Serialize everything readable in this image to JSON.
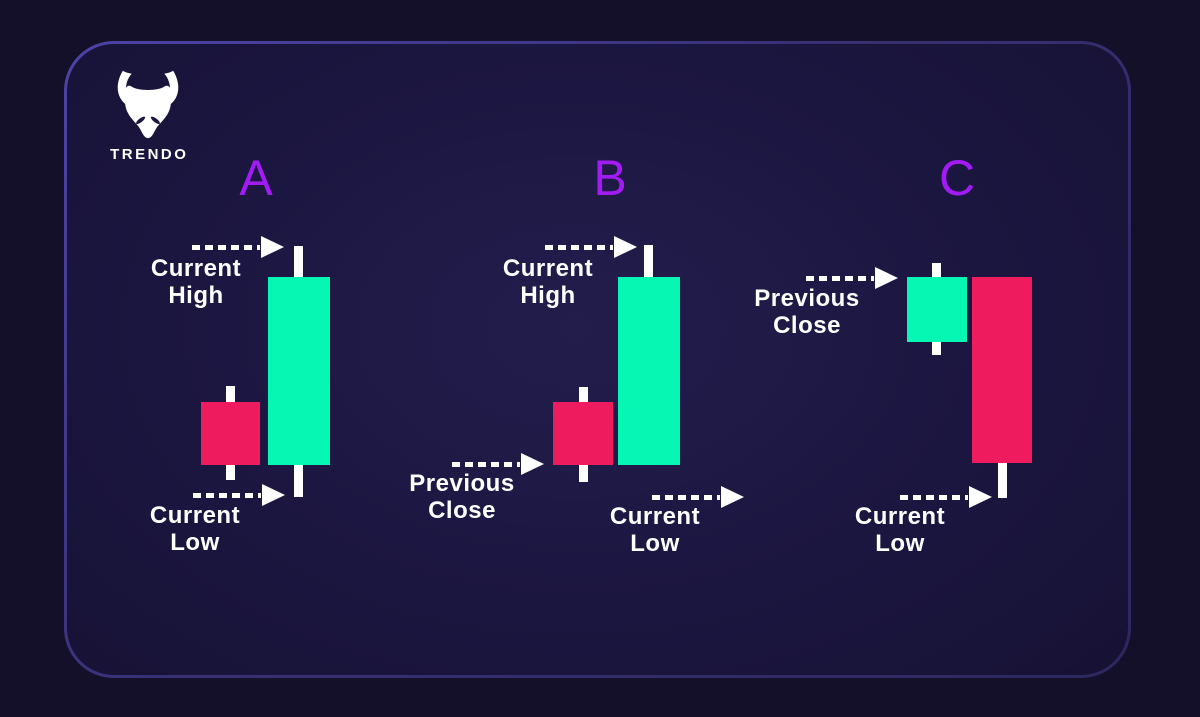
{
  "brand": {
    "name": "TRENDO",
    "icon": "bull-icon"
  },
  "colors": {
    "page_bg": "#141029",
    "panel_bg_center": "#231d4c",
    "frame_border_start": "#4d43a8",
    "frame_border_end": "#2d2760",
    "candle_bullish": "#06F6B4",
    "candle_bearish": "#EE1B5E",
    "letter_accent": "#A21BF5",
    "label_text": "#FFFFFF",
    "wick": "#FFFFFF"
  },
  "panels": [
    {
      "letter": "A",
      "candles": [
        {
          "role": "previous",
          "direction": "bearish"
        },
        {
          "role": "current",
          "direction": "bullish"
        }
      ],
      "labels": {
        "current_high": {
          "line1": "Current",
          "line2": "High"
        },
        "current_low": {
          "line1": "Current",
          "line2": "Low"
        }
      }
    },
    {
      "letter": "B",
      "candles": [
        {
          "role": "previous",
          "direction": "bearish"
        },
        {
          "role": "current",
          "direction": "bullish"
        }
      ],
      "labels": {
        "current_high": {
          "line1": "Current",
          "line2": "High"
        },
        "previous_close": {
          "line1": "Previous",
          "line2": "Close"
        },
        "current_low": {
          "line1": "Current",
          "line2": "Low"
        }
      }
    },
    {
      "letter": "C",
      "candles": [
        {
          "role": "previous",
          "direction": "bullish"
        },
        {
          "role": "current",
          "direction": "bearish"
        }
      ],
      "labels": {
        "previous_close": {
          "line1": "Previous",
          "line2": "Close"
        },
        "current_low": {
          "line1": "Current",
          "line2": "Low"
        }
      }
    }
  ]
}
